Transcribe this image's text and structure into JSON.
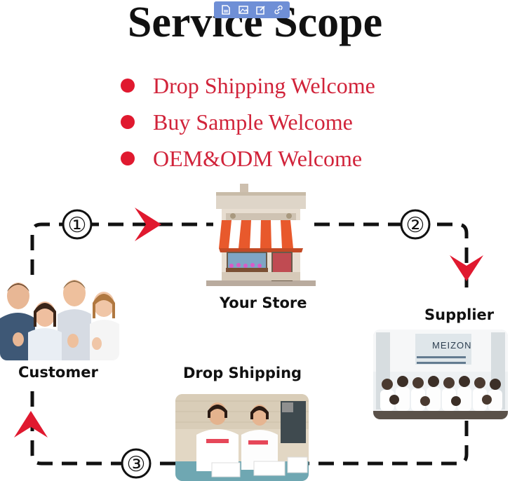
{
  "title": "Service Scope",
  "bullets": [
    "Drop Shipping Welcome",
    "Buy Sample Welcome",
    "OEM&ODM Welcome"
  ],
  "steps": [
    "①",
    "②",
    "③"
  ],
  "nodes": {
    "store": "Your Store",
    "supplier": "Supplier",
    "customer": "Customer",
    "drop_shipping": "Drop Shipping"
  },
  "supplier_sign": "MEIZON",
  "colors": {
    "accent": "#e0192f",
    "text_red": "#d1233a",
    "toolbar": "#6f8fd6"
  },
  "icons": {
    "toolbar": [
      "file-icon",
      "image-icon",
      "edit-icon",
      "link-icon"
    ]
  }
}
